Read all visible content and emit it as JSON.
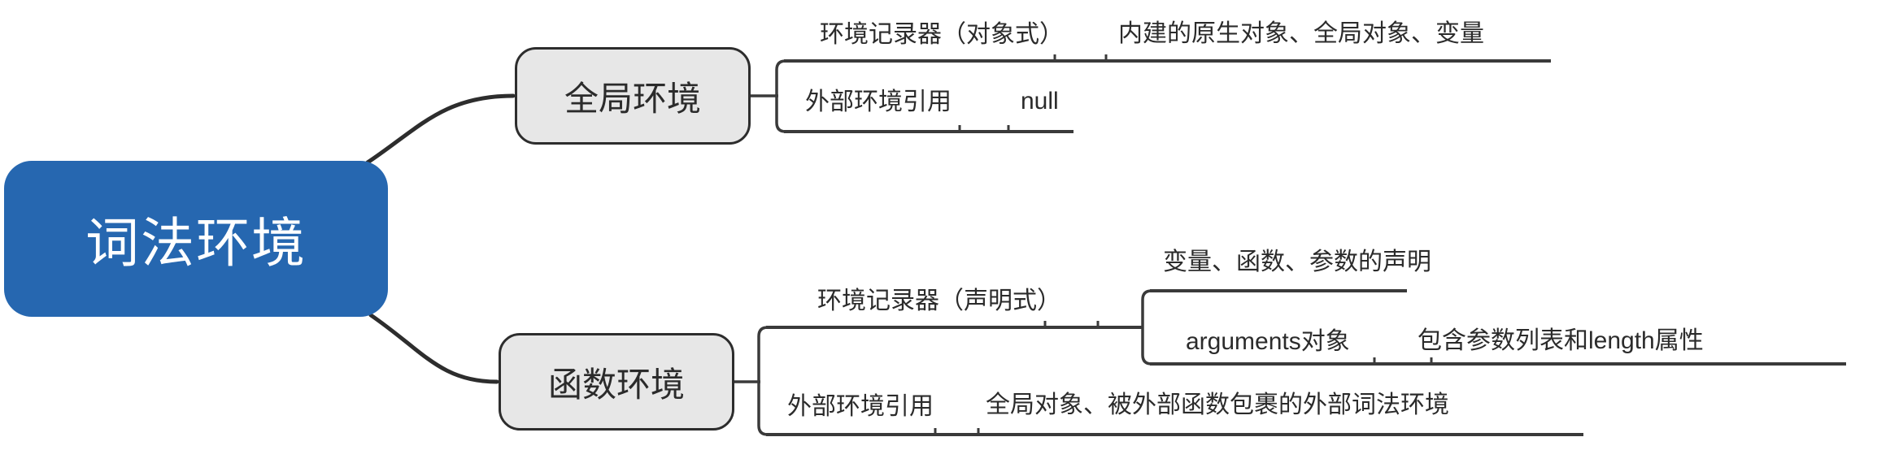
{
  "diagram_type": "mindmap",
  "root": {
    "label": "词法环境"
  },
  "branches": [
    {
      "label": "全局环境",
      "children": [
        {
          "label": "环境记录器（对象式）",
          "children": [
            {
              "label": "内建的原生对象、全局对象、变量"
            }
          ]
        },
        {
          "label": "外部环境引用",
          "children": [
            {
              "label": "null"
            }
          ]
        }
      ]
    },
    {
      "label": "函数环境",
      "children": [
        {
          "label": "环境记录器（声明式）",
          "children": [
            {
              "label": "变量、函数、参数的声明"
            },
            {
              "label": "arguments对象",
              "children": [
                {
                  "label": "包含参数列表和length属性"
                }
              ]
            }
          ]
        },
        {
          "label": "外部环境引用",
          "children": [
            {
              "label": "全局对象、被外部函数包裹的外部词法环境"
            }
          ]
        }
      ]
    }
  ],
  "colors": {
    "root_fill": "#2667b0",
    "root_text": "#ffffff",
    "branch_fill": "#e7e7e7",
    "branch_border": "#2d2d2d",
    "line_color": "#3a3a3a",
    "text_color": "#2b2b2b",
    "bg": "#ffffff"
  }
}
